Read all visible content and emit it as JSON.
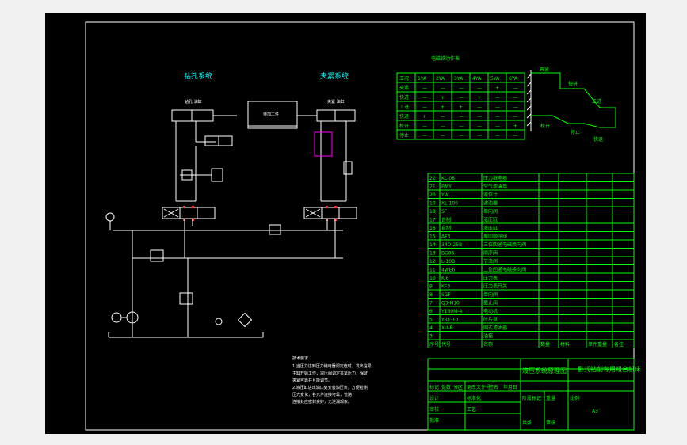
{
  "sections": {
    "left_system_title": "钻孔系统",
    "right_system_title": "夹紧系统",
    "table_title": "电磁铁动作表"
  },
  "labels": {
    "work_piece": "待加工件",
    "cyl_left": "钻孔 油缸",
    "cyl_right": "夹紧 油缸"
  },
  "action_table": {
    "headers": [
      "工况",
      "1YA",
      "2YA",
      "3YA",
      "4YA",
      "5YA",
      "6YA"
    ],
    "rows": [
      [
        "夹紧",
        "—",
        "—",
        "—",
        "—",
        "+",
        "—"
      ],
      [
        "快进",
        "—",
        "+",
        "—",
        "+",
        "—",
        "—"
      ],
      [
        "工进",
        "—",
        "+",
        "+",
        "—",
        "—",
        "—"
      ],
      [
        "快退",
        "+",
        "—",
        "—",
        "—",
        "—",
        "—"
      ],
      [
        "松开",
        "—",
        "—",
        "—",
        "—",
        "—",
        "+"
      ],
      [
        "停止",
        "—",
        "—",
        "—",
        "—",
        "—",
        "—"
      ]
    ]
  },
  "cycle_diagram": {
    "labels": [
      "夹紧",
      "快进",
      "工进",
      "快退",
      "停止",
      "松开"
    ]
  },
  "parts_list": {
    "rows": [
      [
        "22",
        "KL-08",
        "压力继电器"
      ],
      [
        "21",
        "BMY",
        "空气滤清器"
      ],
      [
        "20",
        "YW",
        "液位计"
      ],
      [
        "19",
        "XL-100",
        "滤油器"
      ],
      [
        "18",
        "SF",
        "单向阀"
      ],
      [
        "17",
        "自制",
        "液压缸"
      ],
      [
        "16",
        "自制",
        "液压缸"
      ],
      [
        "15",
        "AF3",
        "单向顺序阀"
      ],
      [
        "14",
        "34D-25B",
        "三位四通电磁换向阀"
      ],
      [
        "13",
        "BG06",
        "顺序阀"
      ],
      [
        "12",
        "L-10B",
        "节流阀"
      ],
      [
        "11",
        "4WE6",
        "二位四通电磁换向阀"
      ],
      [
        "10",
        "KJ6",
        "压力表"
      ],
      [
        "9",
        "KF3",
        "压力表开关"
      ],
      [
        "8",
        "SGF",
        "单向阀"
      ],
      [
        "7",
        "Q3-H10",
        "截止阀"
      ],
      [
        "6",
        "Y160M-4",
        "电动机"
      ],
      [
        "5",
        "YB1-10",
        "叶片泵"
      ],
      [
        "4",
        "XU-B",
        "网式滤油器"
      ],
      [
        "3",
        "",
        "油箱"
      ]
    ],
    "footer": [
      "序号",
      "代号",
      "名称",
      "数量",
      "材料",
      "单件重量",
      "备注"
    ]
  },
  "title_block": {
    "drawing_name": "液压系统原理图",
    "machine_name": "卧式钻削专用组合机床",
    "cells": [
      "标记",
      "处数",
      "分区",
      "更改文件号",
      "签名",
      "年月日",
      "设计",
      "标准化",
      "审核",
      "工艺",
      "批准",
      "阶段标记",
      "重量",
      "比例",
      "共张",
      "第张"
    ],
    "sheet_size": "A3"
  },
  "notes": {
    "title": "技术要求",
    "lines": [
      "1.当压力达到压力继电器调定值时，发出信号，",
      "  主缸开始工作，减压阀调定夹紧压力，保证",
      "  夹紧可靠并且能调节。",
      "2.液压缸进出油口处安装油压表，方便检测",
      "  压力变化，各元件连接可靠，管路",
      "  连接处应密封良好，无泄漏现象。"
    ]
  },
  "colors": {
    "background": "#000000",
    "line": "#ffffff",
    "grid": "#00ff00",
    "title_text": "#00ffff",
    "highlight": "#ff00ff"
  }
}
